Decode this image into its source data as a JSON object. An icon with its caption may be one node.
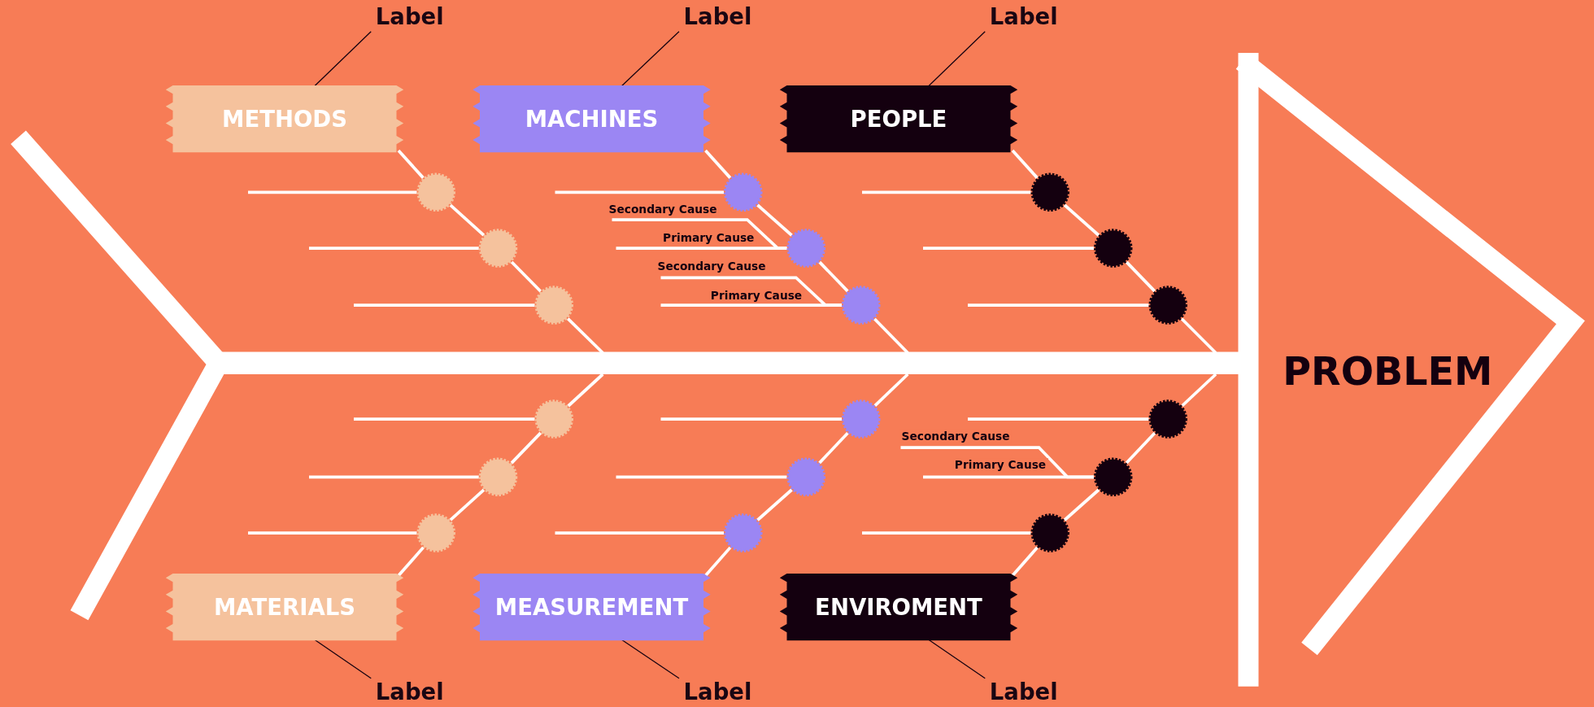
{
  "diagram": {
    "nodes": [
      {
        "text": [
          "Label"
        ]
      },
      {
        "text": [
          "Label"
        ]
      },
      {
        "text": [
          "Label"
        ]
      },
      {
        "text": [
          "METHODS"
        ]
      },
      {
        "text": [
          "MACHINES"
        ]
      },
      {
        "text": [
          "PEOPLE"
        ]
      },
      {
        "text": [],
        "shape": "circle"
      },
      {
        "text": [],
        "shape": "circle"
      },
      {
        "text": [],
        "shape": "circle"
      },
      {
        "text": [],
        "shape": "circle"
      },
      {
        "text": [],
        "shape": "circle"
      },
      {
        "text": [],
        "shape": "circle"
      },
      {
        "text": [],
        "shape": "circle"
      },
      {
        "text": [],
        "shape": "circle"
      },
      {
        "text": [],
        "shape": "circle"
      },
      {
        "text": [
          "PROBLEM"
        ]
      },
      {
        "text": [],
        "shape": "circle"
      },
      {
        "text": [],
        "shape": "circle"
      },
      {
        "text": [],
        "shape": "circle"
      },
      {
        "text": [],
        "shape": "circle"
      },
      {
        "text": [],
        "shape": "circle"
      },
      {
        "text": [],
        "shape": "circle"
      },
      {
        "text": [],
        "shape": "circle"
      },
      {
        "text": [],
        "shape": "circle"
      },
      {
        "text": [],
        "shape": "circle"
      },
      {
        "text": [
          "MATERIALS"
        ]
      },
      {
        "text": [
          "MEASUREMENT"
        ]
      },
      {
        "text": [
          "ENVIROMENT"
        ]
      },
      {
        "text": [
          "Label"
        ]
      },
      {
        "text": [
          "Label"
        ]
      },
      {
        "text": [
          "Label"
        ]
      },
      {
        "text": [],
        "shape": "bar"
      }
    ],
    "edges": [
      {
        "from": 0,
        "to": 3,
        "arrow": "none",
        "color": "#14000f"
      },
      {
        "from": 1,
        "to": 4,
        "arrow": "none",
        "color": "#14000f"
      },
      {
        "from": 2,
        "to": 5,
        "arrow": "none",
        "color": "#14000f"
      },
      {
        "from": 3,
        "to": 6,
        "arrow": "none"
      },
      {
        "from": 6,
        "to": 7,
        "arrow": "none"
      },
      {
        "from": 7,
        "to": 8,
        "arrow": "none"
      },
      {
        "from": 4,
        "to": 9,
        "arrow": "none"
      },
      {
        "from": 9,
        "to": 10,
        "arrow": "none"
      },
      {
        "from": 10,
        "to": 11,
        "arrow": "none"
      },
      {
        "from": 5,
        "to": 12,
        "arrow": "none"
      },
      {
        "from": 12,
        "to": 13,
        "arrow": "none"
      },
      {
        "from": 13,
        "to": 14,
        "arrow": "none"
      },
      {
        "from": null,
        "to": 6,
        "arrow": "none"
      },
      {
        "from": null,
        "to": 7,
        "arrow": "none"
      },
      {
        "from": null,
        "to": 8,
        "arrow": "none"
      },
      {
        "from": null,
        "to": 9,
        "arrow": "none"
      },
      {
        "from": null,
        "to": 10,
        "arrow": "none",
        "label": "Secondary Cause"
      },
      {
        "from": null,
        "to": 10,
        "arrow": "none",
        "label": "Primary Cause"
      },
      {
        "from": null,
        "to": 11,
        "arrow": "none",
        "label": "Secondary Cause"
      },
      {
        "from": null,
        "to": 11,
        "arrow": "none",
        "label": "Primary Cause"
      },
      {
        "from": null,
        "to": 12,
        "arrow": "none"
      },
      {
        "from": null,
        "to": 13,
        "arrow": "none"
      },
      {
        "from": null,
        "to": 14,
        "arrow": "none"
      },
      {
        "from": 25,
        "to": 18,
        "arrow": "none"
      },
      {
        "from": 18,
        "to": 17,
        "arrow": "none"
      },
      {
        "from": 17,
        "to": 16,
        "arrow": "none"
      },
      {
        "from": 26,
        "to": 21,
        "arrow": "none"
      },
      {
        "from": 21,
        "to": 20,
        "arrow": "none"
      },
      {
        "from": 20,
        "to": 19,
        "arrow": "none"
      },
      {
        "from": 27,
        "to": 24,
        "arrow": "none"
      },
      {
        "from": 24,
        "to": 23,
        "arrow": "none"
      },
      {
        "from": 23,
        "to": 22,
        "arrow": "none"
      },
      {
        "from": null,
        "to": 16,
        "arrow": "none"
      },
      {
        "from": null,
        "to": 17,
        "arrow": "none"
      },
      {
        "from": null,
        "to": 18,
        "arrow": "none"
      },
      {
        "from": null,
        "to": 19,
        "arrow": "none"
      },
      {
        "from": null,
        "to": 20,
        "arrow": "none"
      },
      {
        "from": null,
        "to": 21,
        "arrow": "none"
      },
      {
        "from": null,
        "to": 22,
        "arrow": "none"
      },
      {
        "from": null,
        "to": 23,
        "arrow": "none",
        "label": "Secondary Cause"
      },
      {
        "from": null,
        "to": 23,
        "arrow": "none",
        "label": "Primary Cause"
      },
      {
        "from": null,
        "to": 24,
        "arrow": "none"
      },
      {
        "from": 28,
        "to": 25,
        "arrow": "none",
        "color": "#14000f"
      },
      {
        "from": 29,
        "to": 26,
        "arrow": "none",
        "color": "#14000f"
      },
      {
        "from": 30,
        "to": 27,
        "arrow": "none",
        "color": "#14000f"
      },
      {
        "from": 8,
        "to": 31,
        "arrow": "none"
      },
      {
        "from": 11,
        "to": 31,
        "arrow": "none"
      },
      {
        "from": 14,
        "to": 31,
        "arrow": "none"
      },
      {
        "from": 16,
        "to": 31,
        "arrow": "none"
      },
      {
        "from": 19,
        "to": 31,
        "arrow": "none"
      },
      {
        "from": 22,
        "to": 31,
        "arrow": "none"
      }
    ]
  }
}
